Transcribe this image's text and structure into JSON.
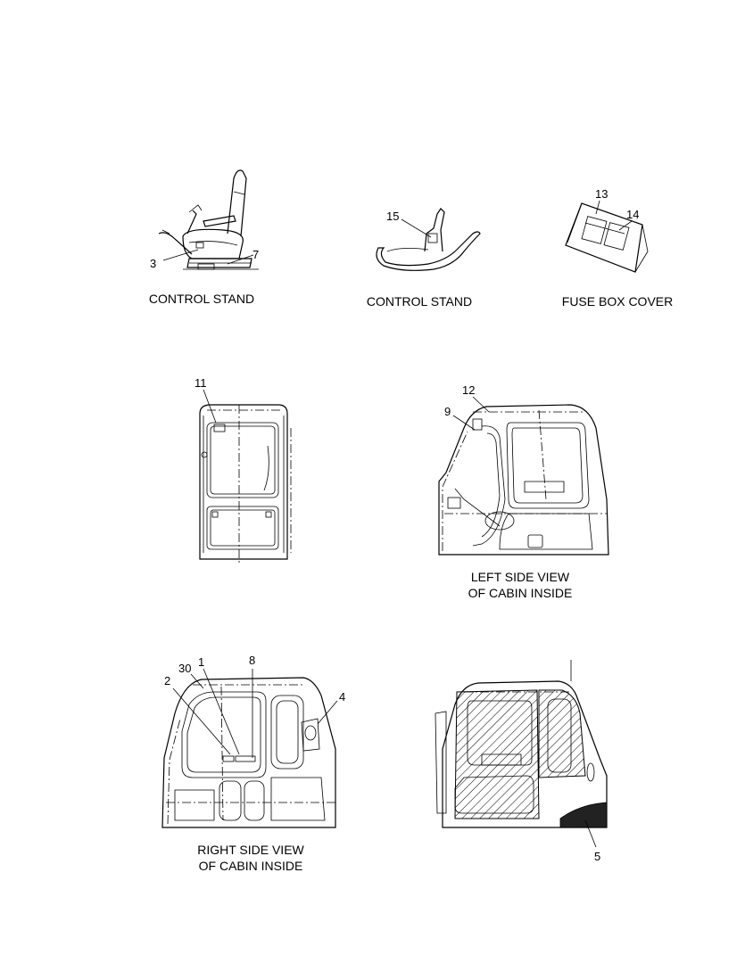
{
  "views": {
    "seat": {
      "caption": "CONTROL STAND",
      "callouts": [
        "3",
        "7"
      ]
    },
    "console": {
      "caption": "CONTROL STAND",
      "callouts": [
        "15"
      ]
    },
    "fuse": {
      "caption": "FUSE BOX COVER",
      "callouts": [
        "13",
        "14"
      ]
    },
    "cab_front": {
      "callouts": [
        "11"
      ]
    },
    "left_inside": {
      "caption_line1": "LEFT SIDE VIEW",
      "caption_line2": "OF CABIN INSIDE",
      "callouts": [
        "12",
        "9"
      ]
    },
    "right_inside": {
      "caption_line1": "RIGHT SIDE VIEW",
      "caption_line2": "OF CABIN INSIDE",
      "callouts": [
        "30",
        "1",
        "8",
        "2",
        "4"
      ]
    },
    "exterior": {
      "callouts": [
        "5"
      ]
    }
  }
}
